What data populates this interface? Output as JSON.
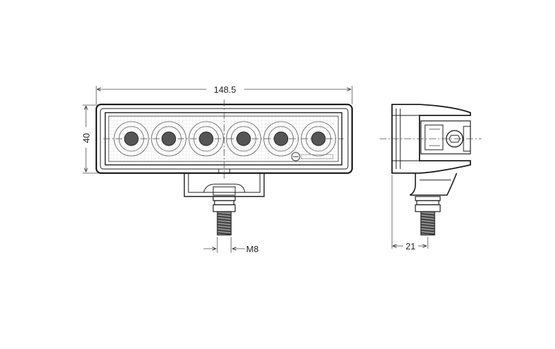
{
  "drawing": {
    "dimensions": {
      "length": "148.5",
      "height": "40",
      "thread": "M8",
      "depth": "21"
    },
    "led_count": 6,
    "colors": {
      "line": "#1a1a1a",
      "background": "#ffffff"
    }
  }
}
